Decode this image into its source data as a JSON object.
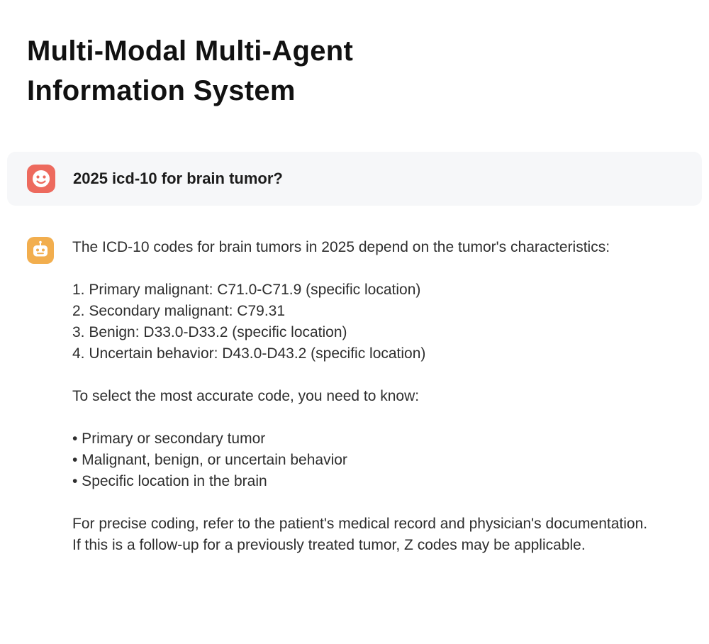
{
  "header": {
    "title": "Multi-Modal Multi-Agent Information System"
  },
  "user_message": {
    "icon": "user-robot-icon",
    "text": "2025 icd-10 for brain tumor?"
  },
  "assistant_message": {
    "icon": "assistant-robot-icon",
    "intro": "The ICD-10 codes for brain tumors in 2025 depend on the tumor's characteristics:",
    "numbered_list": [
      "1. Primary malignant: C71.0-C71.9 (specific location)",
      "2. Secondary malignant: C79.31",
      "3. Benign: D33.0-D33.2 (specific location)",
      "4. Uncertain behavior: D43.0-D43.2 (specific location)"
    ],
    "question": "To select the most accurate code, you need to know:",
    "bullet_list": [
      "• Primary or secondary tumor",
      "• Malignant, benign, or uncertain behavior",
      "• Specific location in the brain"
    ],
    "closing": "For precise coding, refer to the patient's medical record and physician's documentation. If this is a follow-up for a previously treated tumor, Z codes may be applicable."
  },
  "colors": {
    "user_icon_bg": "#ed6a5e",
    "assistant_icon_bg": "#f2ae4e",
    "card_bg": "#f6f7f9",
    "title_color": "#111111",
    "body_color": "#2e2e2e"
  }
}
